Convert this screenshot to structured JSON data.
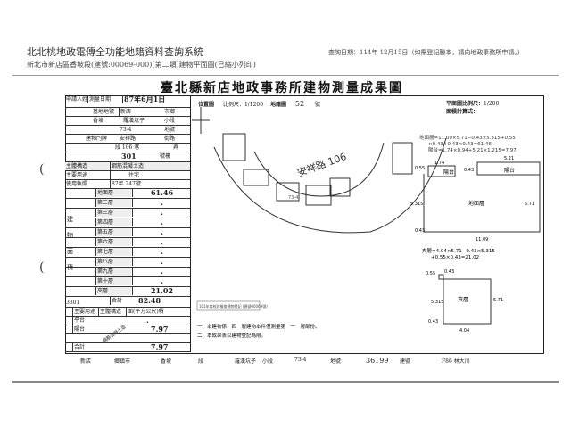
{
  "header": {
    "system_title": "北北桃地政電傳全功能地籍資料查詢系統",
    "doc_subtitle": "新北市新店區香坡段(建號:00069-000)[第二類]建物平面圖(已縮小列印)",
    "query_date": "查詢日期：114年 12月15日（如需登記謄本，請向地政事務所申請。）"
  },
  "document": {
    "title": "臺北縣新店地政事務所建物測量成果圖",
    "left_table": {
      "applicant_label": "申請人姓名",
      "survey_date_label": "測量日期",
      "survey_date": "87年6月1日",
      "site_label": "基地地號",
      "district": "新店",
      "district_unit": "市鄉",
      "section": "香坡",
      "subsection": "羅漢坑子",
      "subsection_unit": "小段",
      "lot": "73-4",
      "lot_unit": "地號",
      "door_label": "建物門牌",
      "road": "安祥路",
      "road_unit": "街路",
      "lane": "段 106 巷",
      "lane_unit": "弄",
      "number": "301",
      "number_unit": "號樓",
      "structure_label": "主體構造",
      "structure": "鋼筋混凝土造",
      "usage_label": "主要用途",
      "usage": "住宅",
      "completion_label": "使用執照",
      "completion": "87年 247號",
      "area_label": "建物面積",
      "floors": [
        {
          "name": "地面層",
          "area": "61.46"
        },
        {
          "name": "第二層",
          "area": "."
        },
        {
          "name": "第三層",
          "area": "."
        },
        {
          "name": "第四層",
          "area": "."
        },
        {
          "name": "第五層",
          "area": "."
        },
        {
          "name": "第六層",
          "area": "."
        },
        {
          "name": "第七層",
          "area": "."
        },
        {
          "name": "第八層",
          "area": "."
        },
        {
          "name": "第九層",
          "area": "."
        },
        {
          "name": "第十層",
          "area": "."
        },
        {
          "name": "夾層",
          "area": "21.02"
        }
      ],
      "unit_label": "(平方公尺)",
      "total_label": "合計",
      "total": "82.48",
      "code": "3301",
      "attached_header": [
        "主要用途",
        "主體構造",
        "面(平方公尺)積"
      ],
      "attached": [
        {
          "use": "平台",
          "area": "."
        },
        {
          "use": "陽台",
          "area": "7.97"
        }
      ],
      "attached_total_label": "合計",
      "attached_total": "7.97",
      "attached_struct": "鋼筋混凝土造"
    },
    "location_label": "位置圖",
    "scale_label": "比例尺：",
    "location_scale": "1/1200",
    "sheet_label": "地籍圖",
    "sheet_no": "52",
    "sheet_unit": "號",
    "plan_scale_label": "平面圖比例尺：",
    "plan_scale": "1/200",
    "calc_label": "面積計算式：",
    "road_name": "安祥路 106",
    "road_lot": "73-4",
    "formula_ground": "地面層=11.09×5.71−0.43×5.315+0.55\n×0.43+0.43×0.43=61.46",
    "formula_balcony": "陽台=1.74×0.94+5.21×1.215=7.97",
    "ground_label": "地面層",
    "balcony_label": "陽台",
    "ground_dims": [
      "1.74",
      "5.21",
      "0.55",
      "0.43",
      "11.09",
      "5.71",
      "5.315",
      "0.43"
    ],
    "formula_mezz": "夾層=4.04×5.71−0.43×5.315\n+0.55×0.43=21.02",
    "mezz_label": "夾層",
    "mezz_dims": [
      "0.55",
      "0.43",
      "5.315",
      "5.71",
      "0.43",
      "4.04"
    ],
    "stamp": "101年度校對檢查建物登記 (建號00069號)",
    "note1": "一、本建物係　四　層建物本件僅測量第　一　層部份。",
    "note2": "二、本成果表以建物登記為限。",
    "footer": [
      "新店",
      "鄉鎮市",
      "香坡",
      "段",
      "羅漢坑子",
      "小段",
      "73-4",
      "地號",
      "36199",
      "建號",
      "F86 林大川"
    ]
  }
}
